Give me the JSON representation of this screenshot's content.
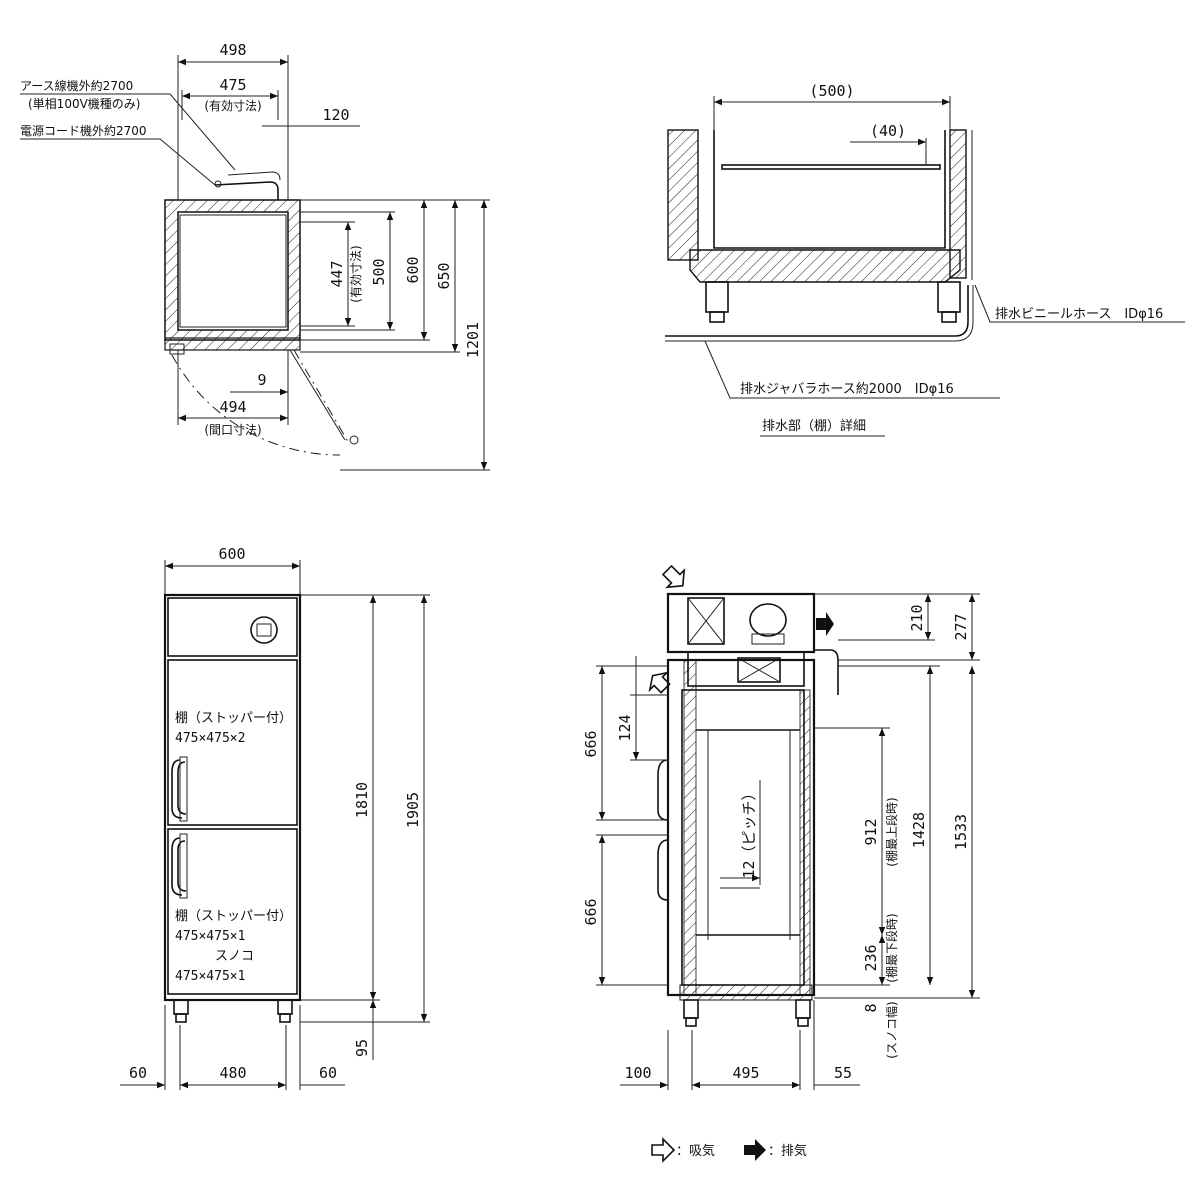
{
  "top_view": {
    "dims": {
      "overall_width": "498",
      "effective_width": "475",
      "effective_width_note": "(有効寸法)",
      "side_120": "120",
      "effective_depth": "447",
      "effective_depth_note": "(有効寸法)",
      "depth_500": "500",
      "depth_600": "600",
      "depth_650": "650",
      "swing_1201": "1201",
      "gap_9": "9",
      "opening_width": "494",
      "opening_note": "(間口寸法)"
    },
    "notes": {
      "earth_wire": "アース線機外約2700",
      "earth_wire_sub": "(単相100V機種のみ)",
      "power_cord": "電源コード機外約2700"
    }
  },
  "drain_detail": {
    "dims": {
      "width_500": "(500)",
      "offset_40": "(40)"
    },
    "vinyl_hose": "排水ビニールホース　IDφ16",
    "bellows_hose": "排水ジャバラホース約2000　IDφ16",
    "title": "排水部（棚）詳細"
  },
  "front_view": {
    "dims": {
      "top_width": "600",
      "height_1810": "1810",
      "height_1905": "1905",
      "leg_95": "95",
      "side_left_60": "60",
      "inner_480": "480",
      "side_right_60": "60"
    },
    "upper_shelf": {
      "line1": "棚（ストッパー付）",
      "line2": "475×475×2"
    },
    "lower_shelf": {
      "line1": "棚（ストッパー付）",
      "line2": "475×475×1"
    },
    "sunoko": {
      "line1": "スノコ",
      "line2": "475×475×1"
    }
  },
  "side_view": {
    "dims": {
      "d210": "210",
      "d277": "277",
      "d666_top": "666",
      "d124": "124",
      "pitch": "12（ピッチ）",
      "d912": "912",
      "d912_note": "(棚最上段時)",
      "d1428": "1428",
      "d1533": "1533",
      "d666_bottom": "666",
      "d236": "236",
      "d236_note": "(棚最下段時)",
      "d8": "8",
      "d8_note": "(スノコ幅)",
      "d100": "100",
      "d495": "495",
      "d55": "55"
    }
  },
  "legend": {
    "intake": "：吸気",
    "exhaust": "：排気"
  }
}
